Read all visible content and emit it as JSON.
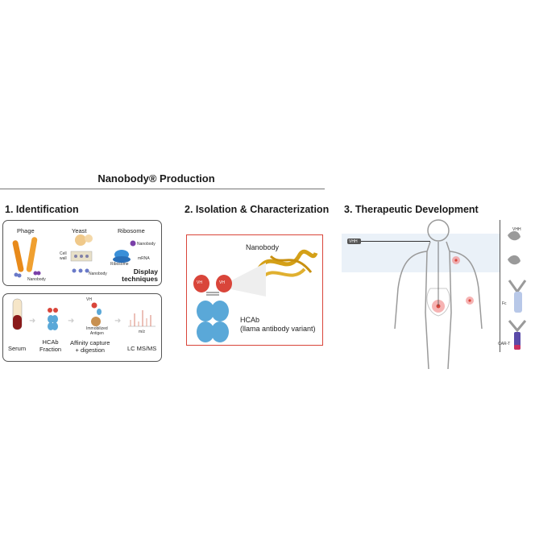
{
  "header": {
    "title": "Nanobody® Production"
  },
  "sections": {
    "identification": {
      "title": "1. Identification",
      "display": {
        "phage": "Phage",
        "yeast": "Yeast",
        "ribosome": "Ribosome",
        "nanobody_a": "Nanobody",
        "nanobody_b": "Nanobody",
        "nanobody_c": "Nanobody",
        "cell_wall": "Cell\nwall",
        "mrna": "mRNA",
        "ribosome_small": "Ribosome",
        "caption": "Display\ntechniques"
      },
      "workflow": {
        "serum": "Serum",
        "hcab_fraction": "HCAb\nFraction",
        "vh": "VH",
        "immobilized_antigen": "Immobilized\nAntigen",
        "affinity": "Affinity capture\n+ digestion",
        "mz": "m/z",
        "lcms": "LC MS/MS"
      }
    },
    "isolation": {
      "title": "2. Isolation & Characterization",
      "nanobody": "Nanobody",
      "vh_left": "VH",
      "vh_right": "VH",
      "hcab": "HCAb\n(llama antibody variant)"
    },
    "therapeutic": {
      "title": "3. Therapeutic Development",
      "vh_chip": "VHH",
      "vh_top": "VHH",
      "fc": "Fc",
      "cart": "CAR-T"
    }
  },
  "colors": {
    "accent_red": "#d9453a",
    "antibody_blue": "#5aa8d8",
    "nanobody_gold": "#d4a017",
    "phage_orange": "#e88a1a",
    "body_gray": "#9a9a9a",
    "panel_blue": "#eaf1f8"
  }
}
